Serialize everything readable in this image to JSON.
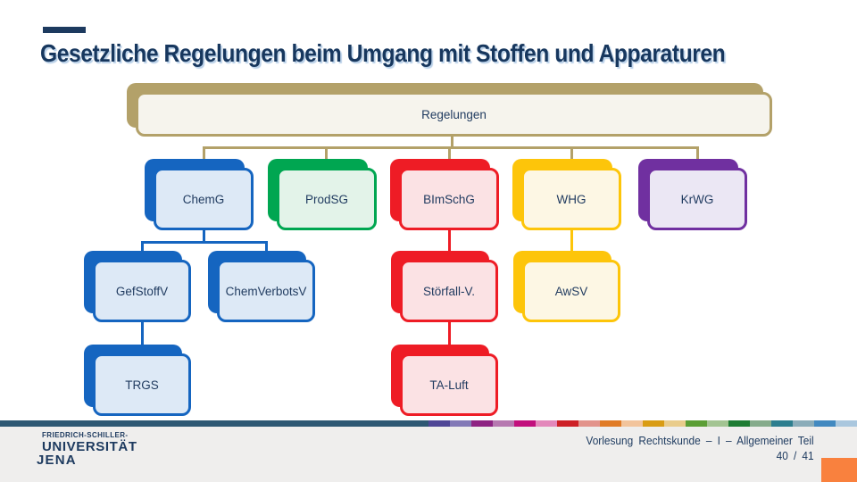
{
  "slide": {
    "title": "Gesetzliche Regelungen beim Umgang mit Stoffen und Apparaturen",
    "title_color": "#17375e",
    "accent_dash_color": "#1d3a5f"
  },
  "diagram": {
    "themes": {
      "tan": {
        "border": "#b3a169",
        "fill": "#f6f4ed"
      },
      "blue": {
        "border": "#1565c0",
        "fill": "#dde9f6"
      },
      "green": {
        "border": "#00a651",
        "fill": "#e3f3e9"
      },
      "red": {
        "border": "#ee1c25",
        "fill": "#fbe2e4"
      },
      "yellow": {
        "border": "#fdc50a",
        "fill": "#fdf7e4"
      },
      "purple": {
        "border": "#7030a0",
        "fill": "#ebe7f4"
      }
    },
    "nodes": [
      {
        "id": "regelungen",
        "label": "Regelungen",
        "theme": "tan",
        "parent": null
      },
      {
        "id": "chemg",
        "label": "ChemG",
        "theme": "blue",
        "parent": "regelungen"
      },
      {
        "id": "prodsg",
        "label": "ProdSG",
        "theme": "green",
        "parent": "regelungen"
      },
      {
        "id": "bimschg",
        "label": "BImSchG",
        "theme": "red",
        "parent": "regelungen"
      },
      {
        "id": "whg",
        "label": "WHG",
        "theme": "yellow",
        "parent": "regelungen"
      },
      {
        "id": "krwg",
        "label": "KrWG",
        "theme": "purple",
        "parent": "regelungen"
      },
      {
        "id": "gefstoffv",
        "label": "GefStoffV",
        "theme": "blue",
        "parent": "chemg"
      },
      {
        "id": "chemverbotsv",
        "label": "ChemVerbotsV",
        "theme": "blue",
        "parent": "chemg"
      },
      {
        "id": "stoerfallv",
        "label": "Störfall-V.",
        "theme": "red",
        "parent": "bimschg"
      },
      {
        "id": "awsv",
        "label": "AwSV",
        "theme": "yellow",
        "parent": "whg"
      },
      {
        "id": "trgs",
        "label": "TRGS",
        "theme": "blue",
        "parent": "gefstoffv"
      },
      {
        "id": "taluft",
        "label": "TA-Luft",
        "theme": "red",
        "parent": "stoerfallv"
      }
    ]
  },
  "footer": {
    "logo_lines": [
      "FRIEDRICH-SCHILLER-",
      "UNIVERSITÄT",
      "JENA"
    ],
    "course": "Vorlesung Rechtskunde – I – Allgemeiner Teil",
    "page": "40 / 41",
    "bar_color": "#2e5873",
    "band_color": "#efeeed",
    "accent_square_color": "#f9813e",
    "stripe_colors": [
      "#4f4696",
      "#8379b7",
      "#8e2383",
      "#b678b0",
      "#c20f7d",
      "#e388bb",
      "#cd2026",
      "#e2938b",
      "#e07b26",
      "#f2c49c",
      "#d99c14",
      "#e9cc8b",
      "#5b9e35",
      "#a3c492",
      "#1e7c33",
      "#85ab8b",
      "#2d7e8e",
      "#8aacb9",
      "#4289c0",
      "#aac7de"
    ]
  }
}
